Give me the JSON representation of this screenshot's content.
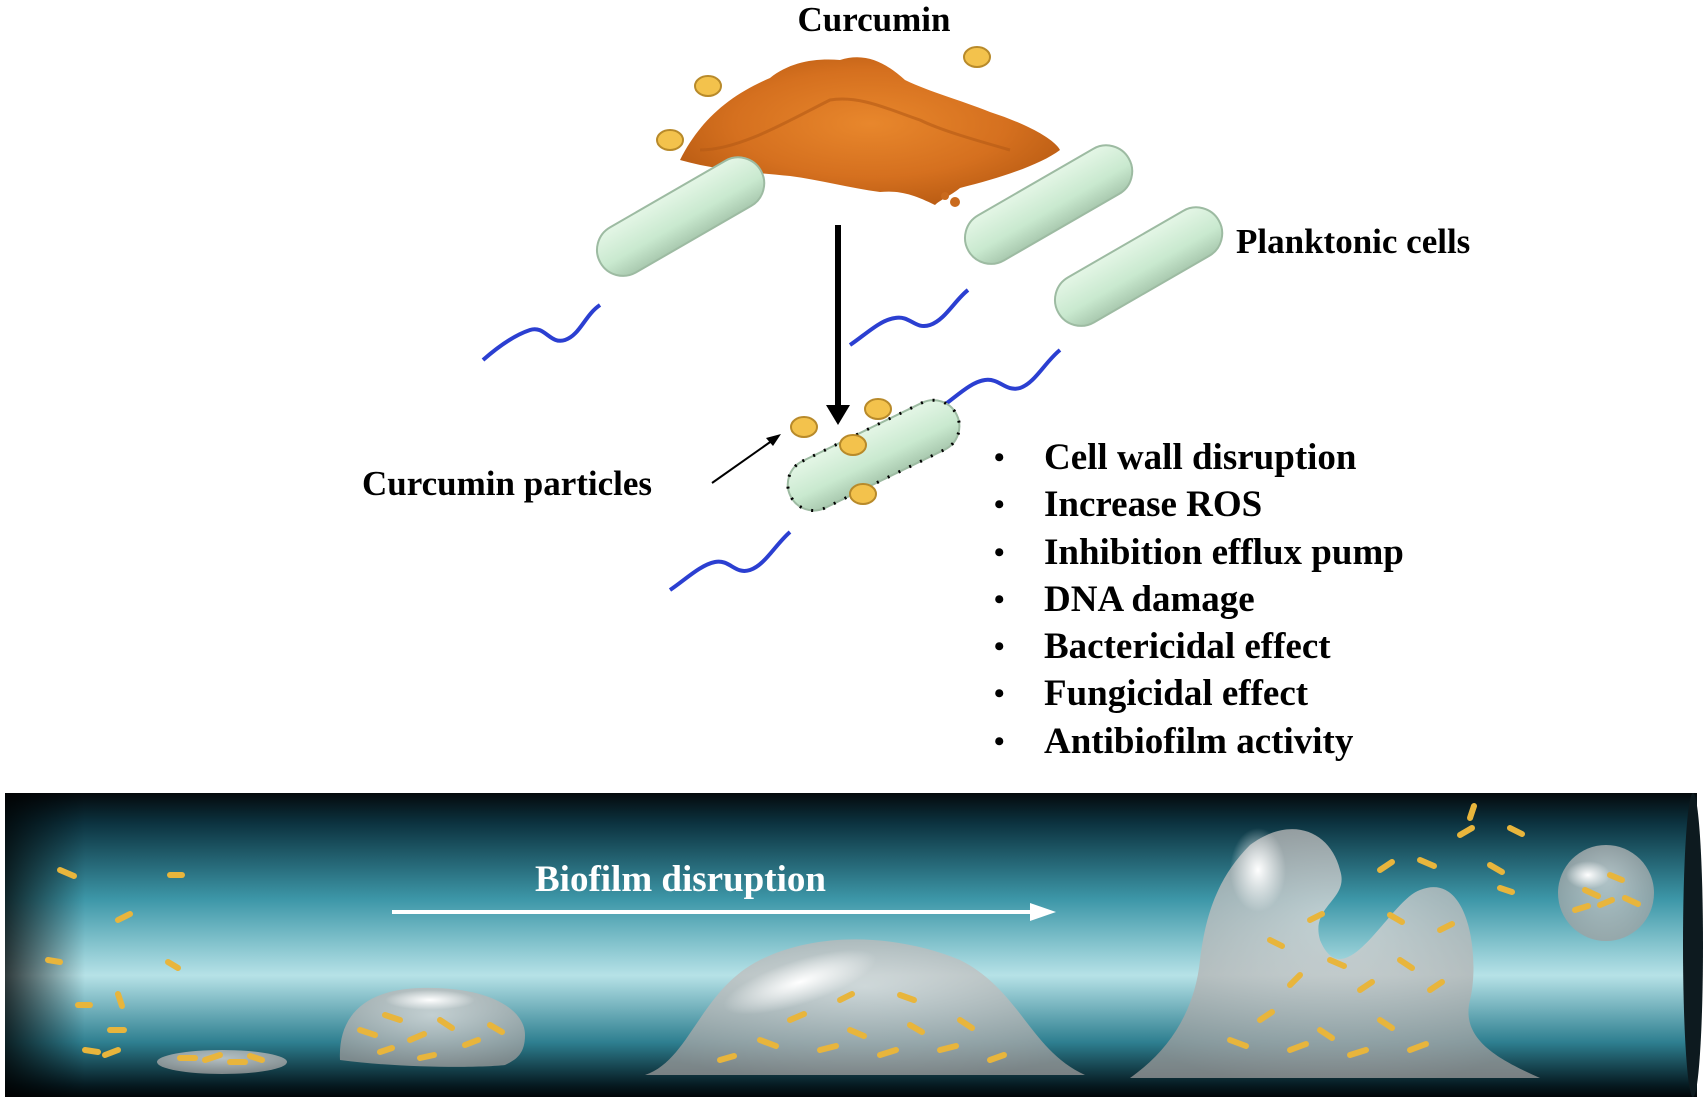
{
  "title": "Curcumin",
  "labels": {
    "planktonic": "Planktonic cells",
    "particles": "Curcumin particles",
    "biofilm": "Biofilm disruption"
  },
  "effects": [
    "Cell wall disruption",
    "Increase ROS",
    "Inhibition efflux pump",
    "DNA damage",
    "Bactericidal effect",
    "Fungicidal effect",
    "Antibiofilm activity"
  ],
  "colors": {
    "powder": "#d9792a",
    "particle": "#f3c24c",
    "cell": "#cdebd3",
    "flagellum": "#2b3fd1",
    "tube_dark": "#06131a",
    "tube_light": "#a9dde3",
    "biofilm": "#b9b9b9",
    "bacteria": "#e8b53c"
  },
  "icons": [
    "curcumin-powder",
    "bacterium-icon",
    "flagellum",
    "curcumin-particle-icon",
    "biofilm-blob"
  ]
}
